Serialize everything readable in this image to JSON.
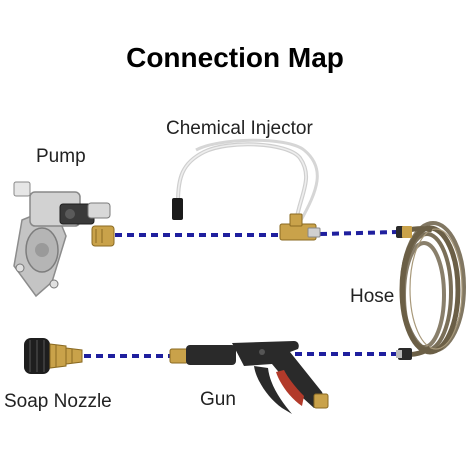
{
  "title": "Connection Map",
  "labels": {
    "pump": "Pump",
    "chemical_injector": "Chemical Injector",
    "hose": "Hose",
    "soap_nozzle": "Soap Nozzle",
    "gun": "Gun"
  },
  "colors": {
    "connector_line": "#1f1f9e",
    "brass": "#c9a24a",
    "pump_metal": "#c7c7c7",
    "hose_body": "#6b5f46",
    "gun_body": "#2a2a2a",
    "trigger_red": "#b23a2a"
  }
}
